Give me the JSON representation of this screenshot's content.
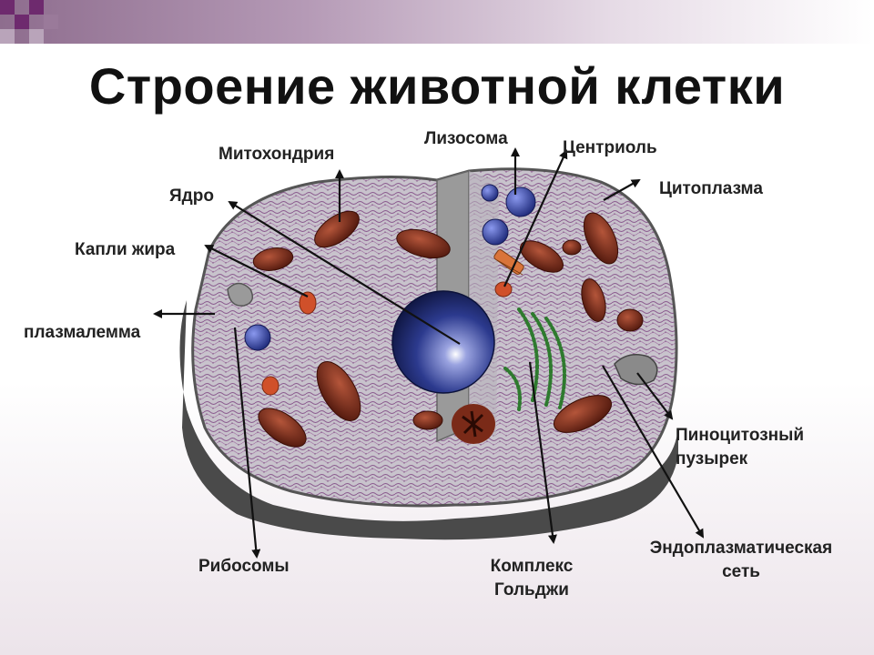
{
  "title": "Строение животной клетки",
  "labels": {
    "mitochondria": "Митохондрия",
    "lysosome": "Лизосома",
    "centriole": "Центриоль",
    "cytoplasm": "Цитоплазма",
    "nucleus": "Ядро",
    "fat_drops": "Капли жира",
    "plasmalemma": "плазмалемма",
    "pinocytic_vesicle_line1": "Пиноцитозный",
    "pinocytic_vesicle_line2": "пузырек",
    "ribosomes": "Рибосомы",
    "golgi_line1": "Комплекс",
    "golgi_line2": "Гольджи",
    "er_line1": "Эндоплазматическая",
    "er_line2": "сеть"
  },
  "colors": {
    "accent_band": "#8e6d8e",
    "corner_dark": "#6e2a6e",
    "cell_fill": "#c9c4cc",
    "membrane": "#555555",
    "mitochondria": "#7a2a18",
    "nucleus": "#2c3a8e",
    "golgi": "#2e7a2e",
    "lysosome": "#3b4aa6",
    "fat_drop": "#d0502a"
  }
}
